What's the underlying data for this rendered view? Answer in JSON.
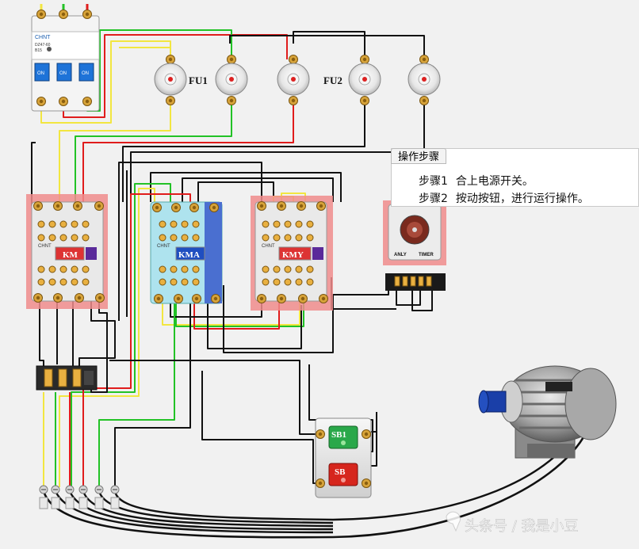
{
  "breaker": {
    "brand": "CHNT",
    "model": "DZ47-60",
    "rating": "B15",
    "switches": [
      "ON",
      "ON",
      "ON"
    ]
  },
  "fuses": {
    "group1_label": "FU1",
    "group2_label": "FU2"
  },
  "contactors": [
    {
      "id": "km",
      "label": "KM",
      "brand": "CHNT"
    },
    {
      "id": "kma",
      "label": "KMA",
      "brand": "CHNT"
    },
    {
      "id": "kmy",
      "label": "KMY",
      "brand": "CHNT"
    }
  ],
  "timer": {
    "brand": "ANLY",
    "type": "TIMER"
  },
  "buttons": [
    {
      "id": "sb1",
      "label": "SB1",
      "color": "#1f9a3a"
    },
    {
      "id": "sb",
      "label": "SB",
      "color": "#c9241b"
    }
  ],
  "steps_panel": {
    "tab": "操作步骤",
    "steps": [
      {
        "num": "步骤1",
        "text": "合上电源开关。"
      },
      {
        "num": "步骤2",
        "text": "按动按钮，进行运行操作。"
      }
    ]
  },
  "watermark": "头条号 / 我是小豆",
  "colors": {
    "wire_yellow": "#f2e640",
    "wire_green": "#22c226",
    "wire_red": "#e01c1c",
    "wire_black": "#111111",
    "highlight": "#f08c8c"
  }
}
